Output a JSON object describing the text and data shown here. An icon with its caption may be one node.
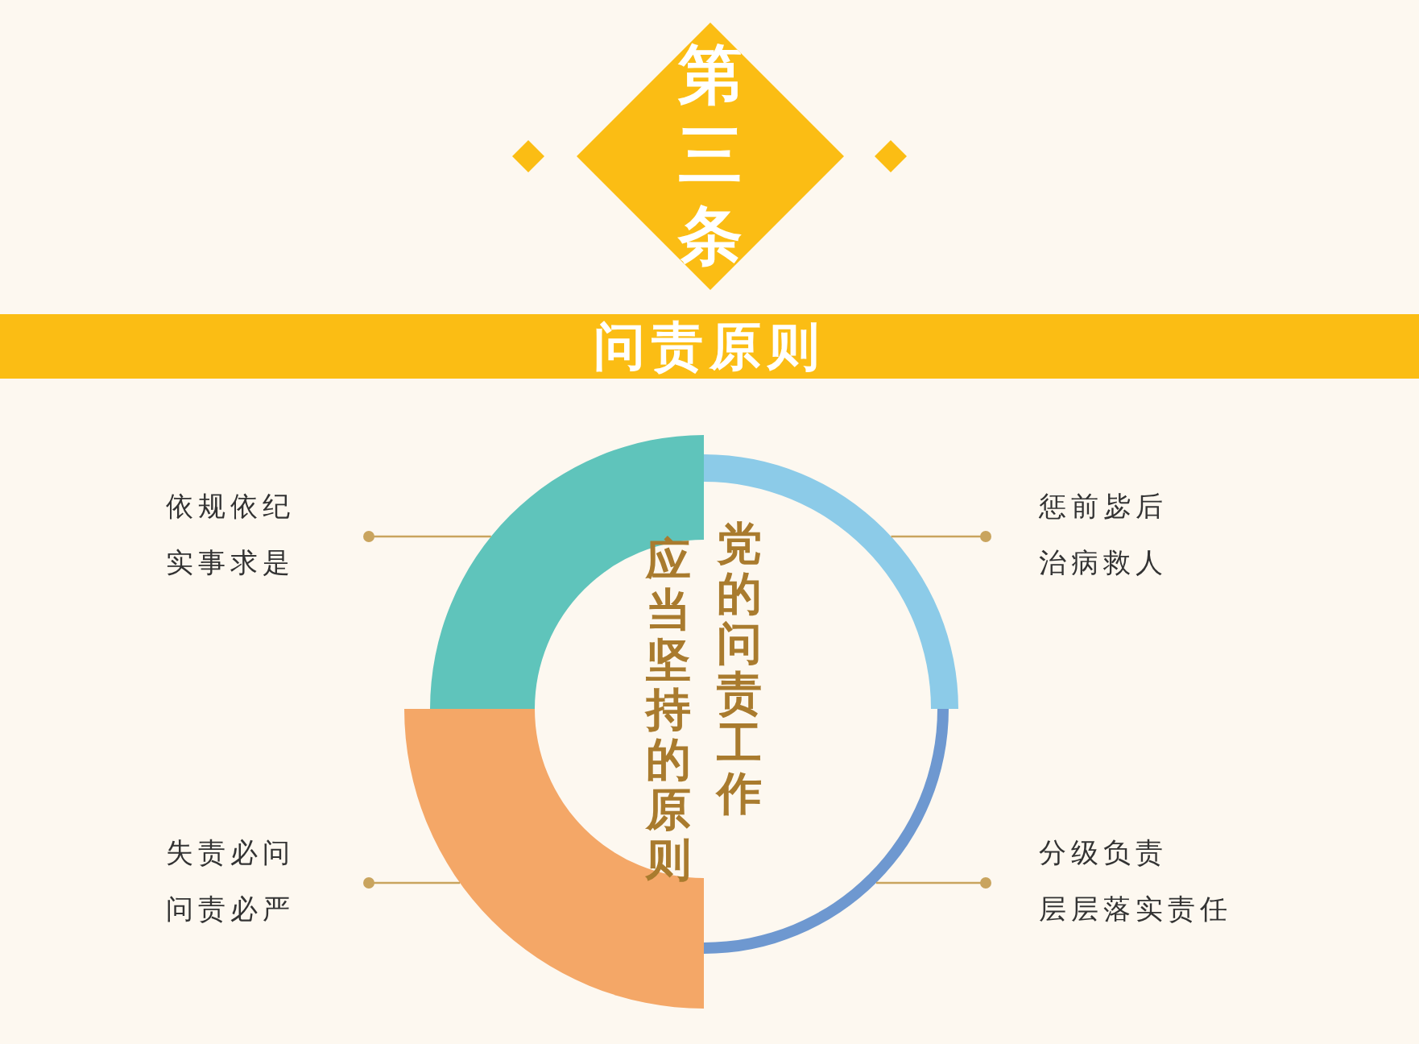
{
  "diagram": {
    "nodes": [
      {
        "text": [
          "第三条"
        ]
      },
      {
        "text": [
          "问责原则"
        ]
      },
      {
        "text": [
          "依规依纪",
          "实事求是"
        ]
      },
      {
        "text": [],
        "shape": "arc"
      },
      {
        "text": [],
        "shape": "arc"
      },
      {
        "text": [
          "惩前毖后",
          "治病救人"
        ]
      },
      {
        "text": [
          "失责必问",
          "问责必严"
        ]
      },
      {
        "text": [],
        "shape": "arc"
      },
      {
        "text": [],
        "shape": "arc"
      },
      {
        "text": [
          "分级负责",
          "层层落实责任"
        ]
      }
    ],
    "edges": [
      {
        "from": 2,
        "to": 3,
        "arrow": "other"
      },
      {
        "from": 5,
        "to": 4,
        "arrow": "other"
      },
      {
        "from": 6,
        "to": 7,
        "arrow": "other"
      },
      {
        "from": 9,
        "to": 8,
        "arrow": "other"
      }
    ],
    "labels": [
      "党的问责工作",
      "应当坚持的原则"
    ]
  }
}
